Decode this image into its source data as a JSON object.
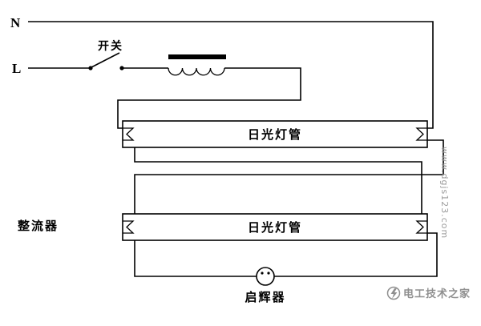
{
  "labels": {
    "neutral": "N",
    "live": "L",
    "switch": "开关",
    "tube_top": "日光灯管",
    "tube_bottom": "日光灯管",
    "ballast": "整流器",
    "starter": "启辉器"
  },
  "watermark": {
    "url_vertical": "www.dgjs123.com",
    "brand": "电工技术之家"
  },
  "colors": {
    "wire": "#000000",
    "label": "#000000",
    "watermark": "#9c9c9c",
    "background": "#ffffff"
  }
}
